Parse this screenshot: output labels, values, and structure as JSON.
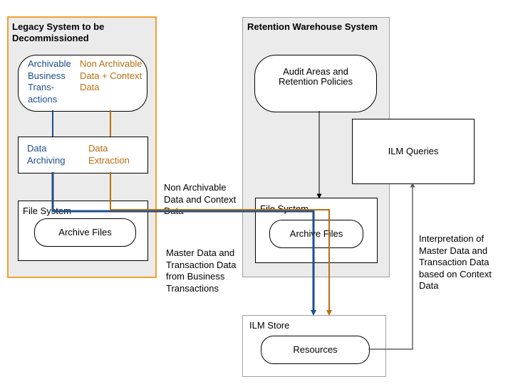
{
  "legacy": {
    "title": "Legacy System to be Decommissioned",
    "archivable": "Archivable Business Trans-actions",
    "non_archivable": "Non Archivable Data + Context Data",
    "data_archiving": "Data Archiving",
    "data_extraction": "Data Extraction",
    "file_system": "File System",
    "archive_files": "Archive Files"
  },
  "retention": {
    "title": "Retention Warehouse System",
    "audit": "Audit Areas and Retention Policies",
    "file_system": "File System",
    "archive_files": "Archive Files"
  },
  "ilm_queries": "ILM Queries",
  "ilm_store": {
    "title": "ILM Store",
    "resources": "Resources"
  },
  "annotations": {
    "non_archivable_context": "Non Archivable Data and Context Data",
    "master_transaction": "Master Data and Transaction Data from Business Transactions",
    "interpretation": "Interpretation of Master Data and Transaction Data based on Context Data"
  },
  "colors": {
    "legacy_border": "#f0a030",
    "archiving_line": "#1e4e8c",
    "extraction_line": "#b86e10",
    "panel_bg": "#ebebeb"
  }
}
